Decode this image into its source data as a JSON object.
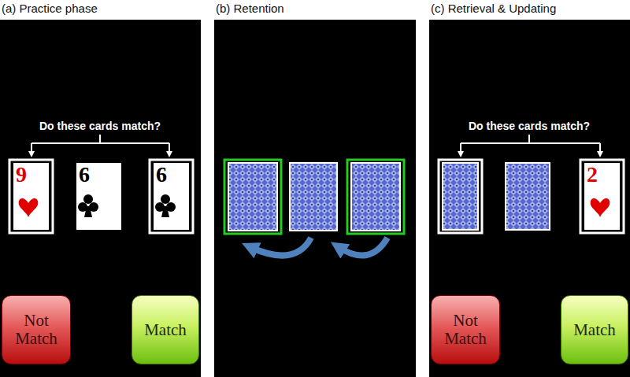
{
  "diagram": {
    "nodes": [
      {
        "text": [
          "(a) Practice phase"
        ]
      },
      {
        "text": [
          "9"
        ],
        "in": 0
      },
      {
        "text": [
          "6"
        ],
        "in": 0
      },
      {
        "text": [
          "6"
        ],
        "in": 0
      },
      {
        "text": [
          "Not Match"
        ],
        "in": 0
      },
      {
        "text": [
          "Match"
        ],
        "in": 0
      },
      {
        "text": [
          "(b) Retention"
        ]
      },
      {
        "text": [
          "(c) Retrieval & Updating"
        ]
      },
      {
        "text": [
          "2"
        ],
        "in": 7
      },
      {
        "text": [
          "Not Match"
        ],
        "in": 7
      },
      {
        "text": [
          "Match"
        ],
        "in": 7
      }
    ],
    "labels": [
      "Do these cards match?",
      "Do these cards match?"
    ]
  }
}
